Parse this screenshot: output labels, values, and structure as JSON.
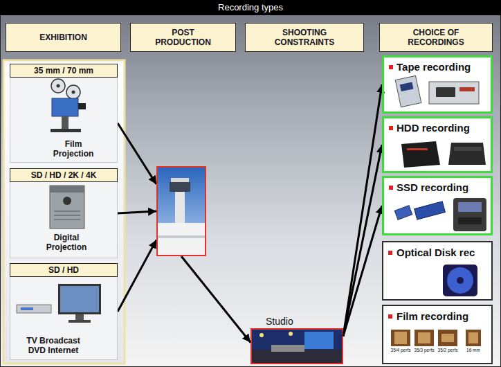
{
  "diagram": {
    "title": "Recording types",
    "nodes": [
      {
        "text": [
          "EXHIBITION"
        ]
      },
      {
        "text": [
          "POST PRODUCTION"
        ]
      },
      {
        "text": [
          "SHOOTING CONSTRAINTS"
        ]
      },
      {
        "text": [
          "CHOICE OF RECORDINGS"
        ]
      },
      {
        "text": [
          "Film Projection"
        ]
      },
      {
        "text": [
          "35 mm / 70 mm"
        ],
        "in": 4
      },
      {
        "text": [
          "Digital Projection"
        ]
      },
      {
        "text": [
          "SD / HD / 2K / 4K"
        ],
        "in": 6
      },
      {
        "text": [
          "TV Broadcast DVD Internet"
        ]
      },
      {
        "text": [
          "SD / HD"
        ],
        "in": 8
      },
      {
        "text": []
      },
      {
        "text": [
          "Studio"
        ]
      },
      {
        "text": [
          "Tape recording"
        ]
      },
      {
        "text": [
          "HDD recording"
        ]
      },
      {
        "text": [
          "SSD recording"
        ]
      },
      {
        "text": [
          "Optical Disk rec"
        ]
      },
      {
        "text": [
          "Film recording"
        ]
      }
    ],
    "edges": [
      {
        "from": 4,
        "to": 10,
        "arrow": "to"
      },
      {
        "from": 6,
        "to": 10,
        "arrow": "to"
      },
      {
        "from": 8,
        "to": 10,
        "arrow": "to"
      },
      {
        "from": 10,
        "to": 11,
        "arrow": "to"
      },
      {
        "from": 11,
        "to": 12,
        "arrow": "to"
      },
      {
        "from": 11,
        "to": 13,
        "arrow": "to"
      },
      {
        "from": 11,
        "to": 14,
        "arrow": "to"
      }
    ],
    "labels": [
      "35/4 perfs",
      "35/3 perfs",
      "35/2 perfs",
      "16 mm"
    ]
  }
}
